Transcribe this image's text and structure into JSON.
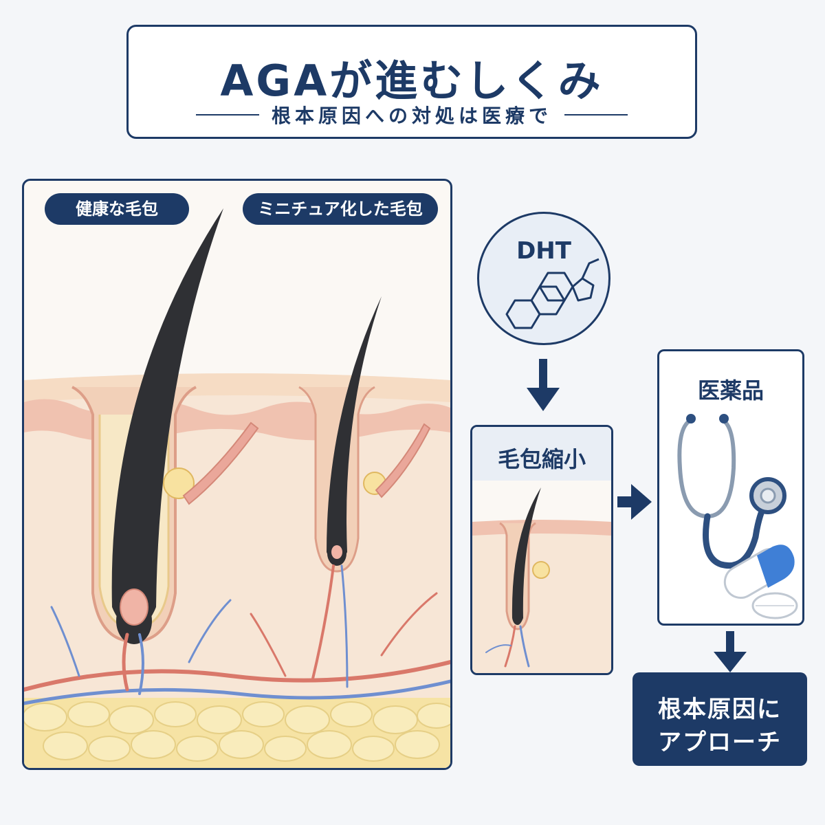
{
  "title": "AGAが進むしくみ",
  "subtitle": "根本原因への対処は医療で",
  "left_panel": {
    "healthy_label": "健康な毛包",
    "miniaturized_label": "ミニチュア化した毛包"
  },
  "dht": {
    "label": "DHT"
  },
  "shrink": {
    "label": "毛包縮小"
  },
  "medicine": {
    "label": "医薬品"
  },
  "root_cause": {
    "line1": "根本原因に",
    "line2": "アプローチ"
  },
  "colors": {
    "navy": "#1d3a66",
    "skin": "#f7e6d6",
    "dermis_pink": "#f0c2b0",
    "hair": "#2f3034",
    "artery": "#d9786a",
    "vein": "#6f8fd0",
    "fat": "#f6e3a4"
  }
}
